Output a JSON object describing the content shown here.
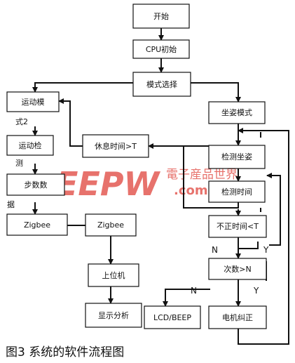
{
  "nodes": {
    "start": "开始",
    "cpu_init": "CPU初始",
    "mode_select": "模式选择",
    "motion_mode": "运动模",
    "motion_detect": "运动检",
    "steps": "步数数",
    "zigbee_left": "Zigbee",
    "zigbee_mid": "Zigbee",
    "host": "上位机",
    "display": "显示分析",
    "rest_time": "休息时间>T",
    "sit_mode": "坐姿模式",
    "detect_posture": "检测坐姿",
    "detect_time": "检测时间",
    "bad_time": "不正时间<T",
    "count": "次数>N",
    "lcd_beep": "LCD/BEEP",
    "motor": "电机纠正"
  },
  "free_text": {
    "motion_mode_cont": "式2",
    "motion_detect_cont": "测",
    "steps_cont": "据"
  },
  "labels": {
    "n1": "N",
    "y1": "Y",
    "n2": "N",
    "y2": "Y"
  },
  "watermark": {
    "brand": "EEPW",
    "cn": "電子産品世界",
    "url": ".com.cn"
  },
  "caption": "图3  系统的软件流程图"
}
